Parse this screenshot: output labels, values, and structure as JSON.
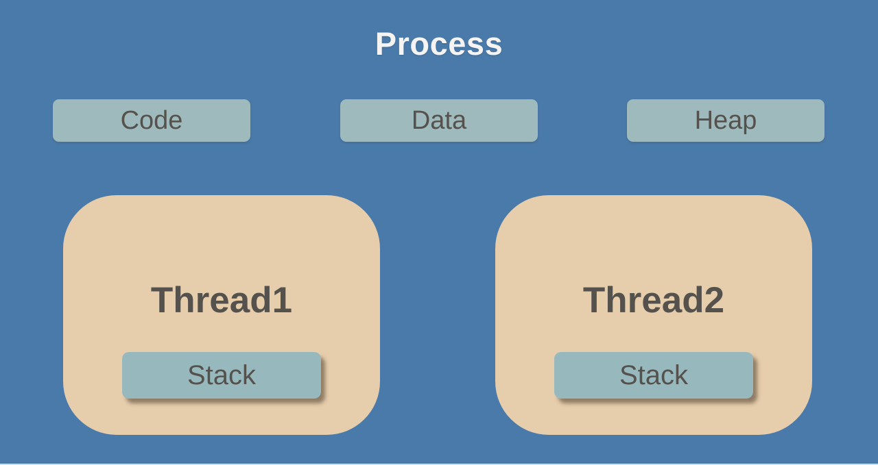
{
  "title": "Process",
  "memory_segments": [
    {
      "label": "Code"
    },
    {
      "label": "Data"
    },
    {
      "label": "Heap"
    }
  ],
  "threads": [
    {
      "label": "Thread1",
      "stack_label": "Stack"
    },
    {
      "label": "Thread2",
      "stack_label": "Stack"
    }
  ],
  "colors": {
    "background": "#4A7AA9",
    "memory_box_fill": "#9FBABC",
    "thread_card_fill": "#E6CDAC",
    "stack_box_fill": "#97B9BE",
    "dark_text": "#55524E",
    "title_text": "#F5F4F2"
  }
}
